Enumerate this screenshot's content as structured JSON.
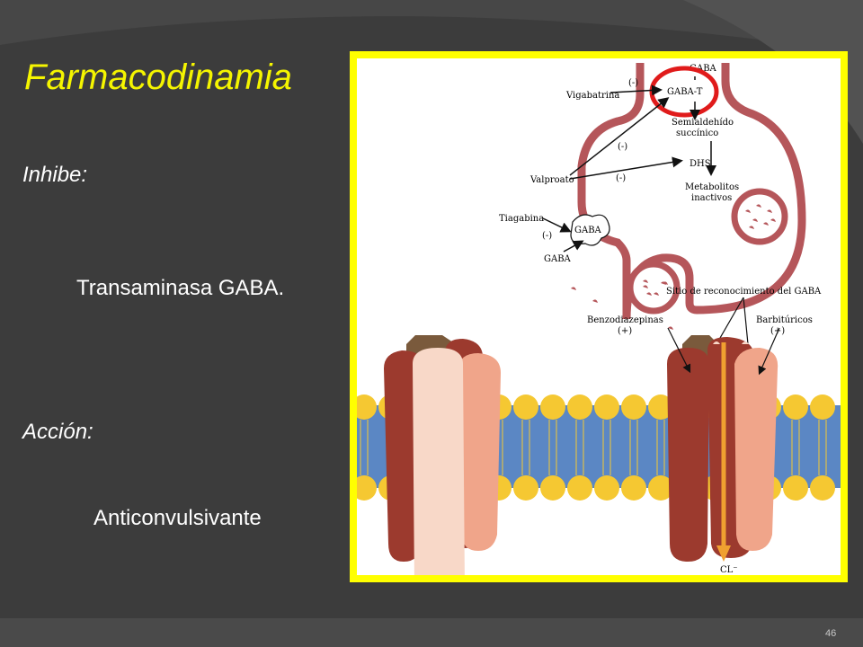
{
  "slide": {
    "title": "Farmacodinamia",
    "inhibe_label": "Inhibe:",
    "inhibe_value": "Transaminasa  GABA.",
    "accion_label": "Acción:",
    "accion_value": "Anticonvulsivante",
    "page_number": "46"
  },
  "diagram": {
    "labels": {
      "gaba_top": "GABA",
      "gaba_t": "GABA-T",
      "semialdehido": "Semialdehído",
      "succinico": "succínico",
      "dhs": "DHS",
      "metabolitos": "Metabolitos",
      "inactivos": "inactivos",
      "vigabatrina": "Vigabatrina",
      "valproato": "Valproato",
      "tiagabina": "Tiagabina",
      "gaba_vesicle": "GABA",
      "gaba_bottom": "GABA",
      "inhib1": "(-)",
      "inhib2": "(-)",
      "inhib3": "(-)",
      "inhib4": "(-)",
      "sitio": "Sitio de reconocimiento del GABA",
      "benzodiazepinas": "Benzodiazepinas",
      "plus_benzo": "(+)",
      "barbituricos": "Barbitúricos",
      "plus_barb": "(+)",
      "cl": "CL⁻"
    },
    "colors": {
      "frame": "#ffff00",
      "terminal": "#b5565a",
      "membrane": "#5b87c4",
      "lipid_head": "#f5c832",
      "highlight_circle": "#e01b1b",
      "channel_dark": "#9c3a2e",
      "channel_light": "#f0a58a",
      "channel_pale": "#f8d8c8",
      "channel_brown": "#7a5a3c",
      "arrow_orange": "#f0a030"
    }
  }
}
